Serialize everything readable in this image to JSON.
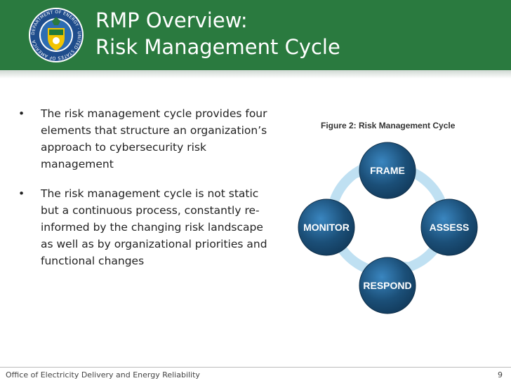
{
  "header": {
    "title_line1": "RMP Overview:",
    "title_line2": "Risk Management Cycle",
    "background": "#2a7a3f",
    "seal_text": "DEPARTMENT OF ENERGY · UNITED STATES OF AMERICA"
  },
  "content": {
    "bullets": [
      {
        "symbol": "•",
        "text": "The  risk management cycle provides four elements that structure an organization’s approach to cybersecurity risk management"
      },
      {
        "symbol": "•",
        "text": "The risk management cycle is not static but a continuous process, constantly re-informed by the changing risk landscape as well as by organizational priorities and functional changes"
      }
    ]
  },
  "figure": {
    "caption": "Figure 2: Risk Management Cycle",
    "nodes": [
      "FRAME",
      "ASSESS",
      "RESPOND",
      "MONITOR"
    ],
    "node_color": "#1b4f78",
    "arrow_color": "#bfe0f2"
  },
  "footer": {
    "org": "Office of Electricity Delivery and Energy Reliability",
    "page": "9"
  }
}
